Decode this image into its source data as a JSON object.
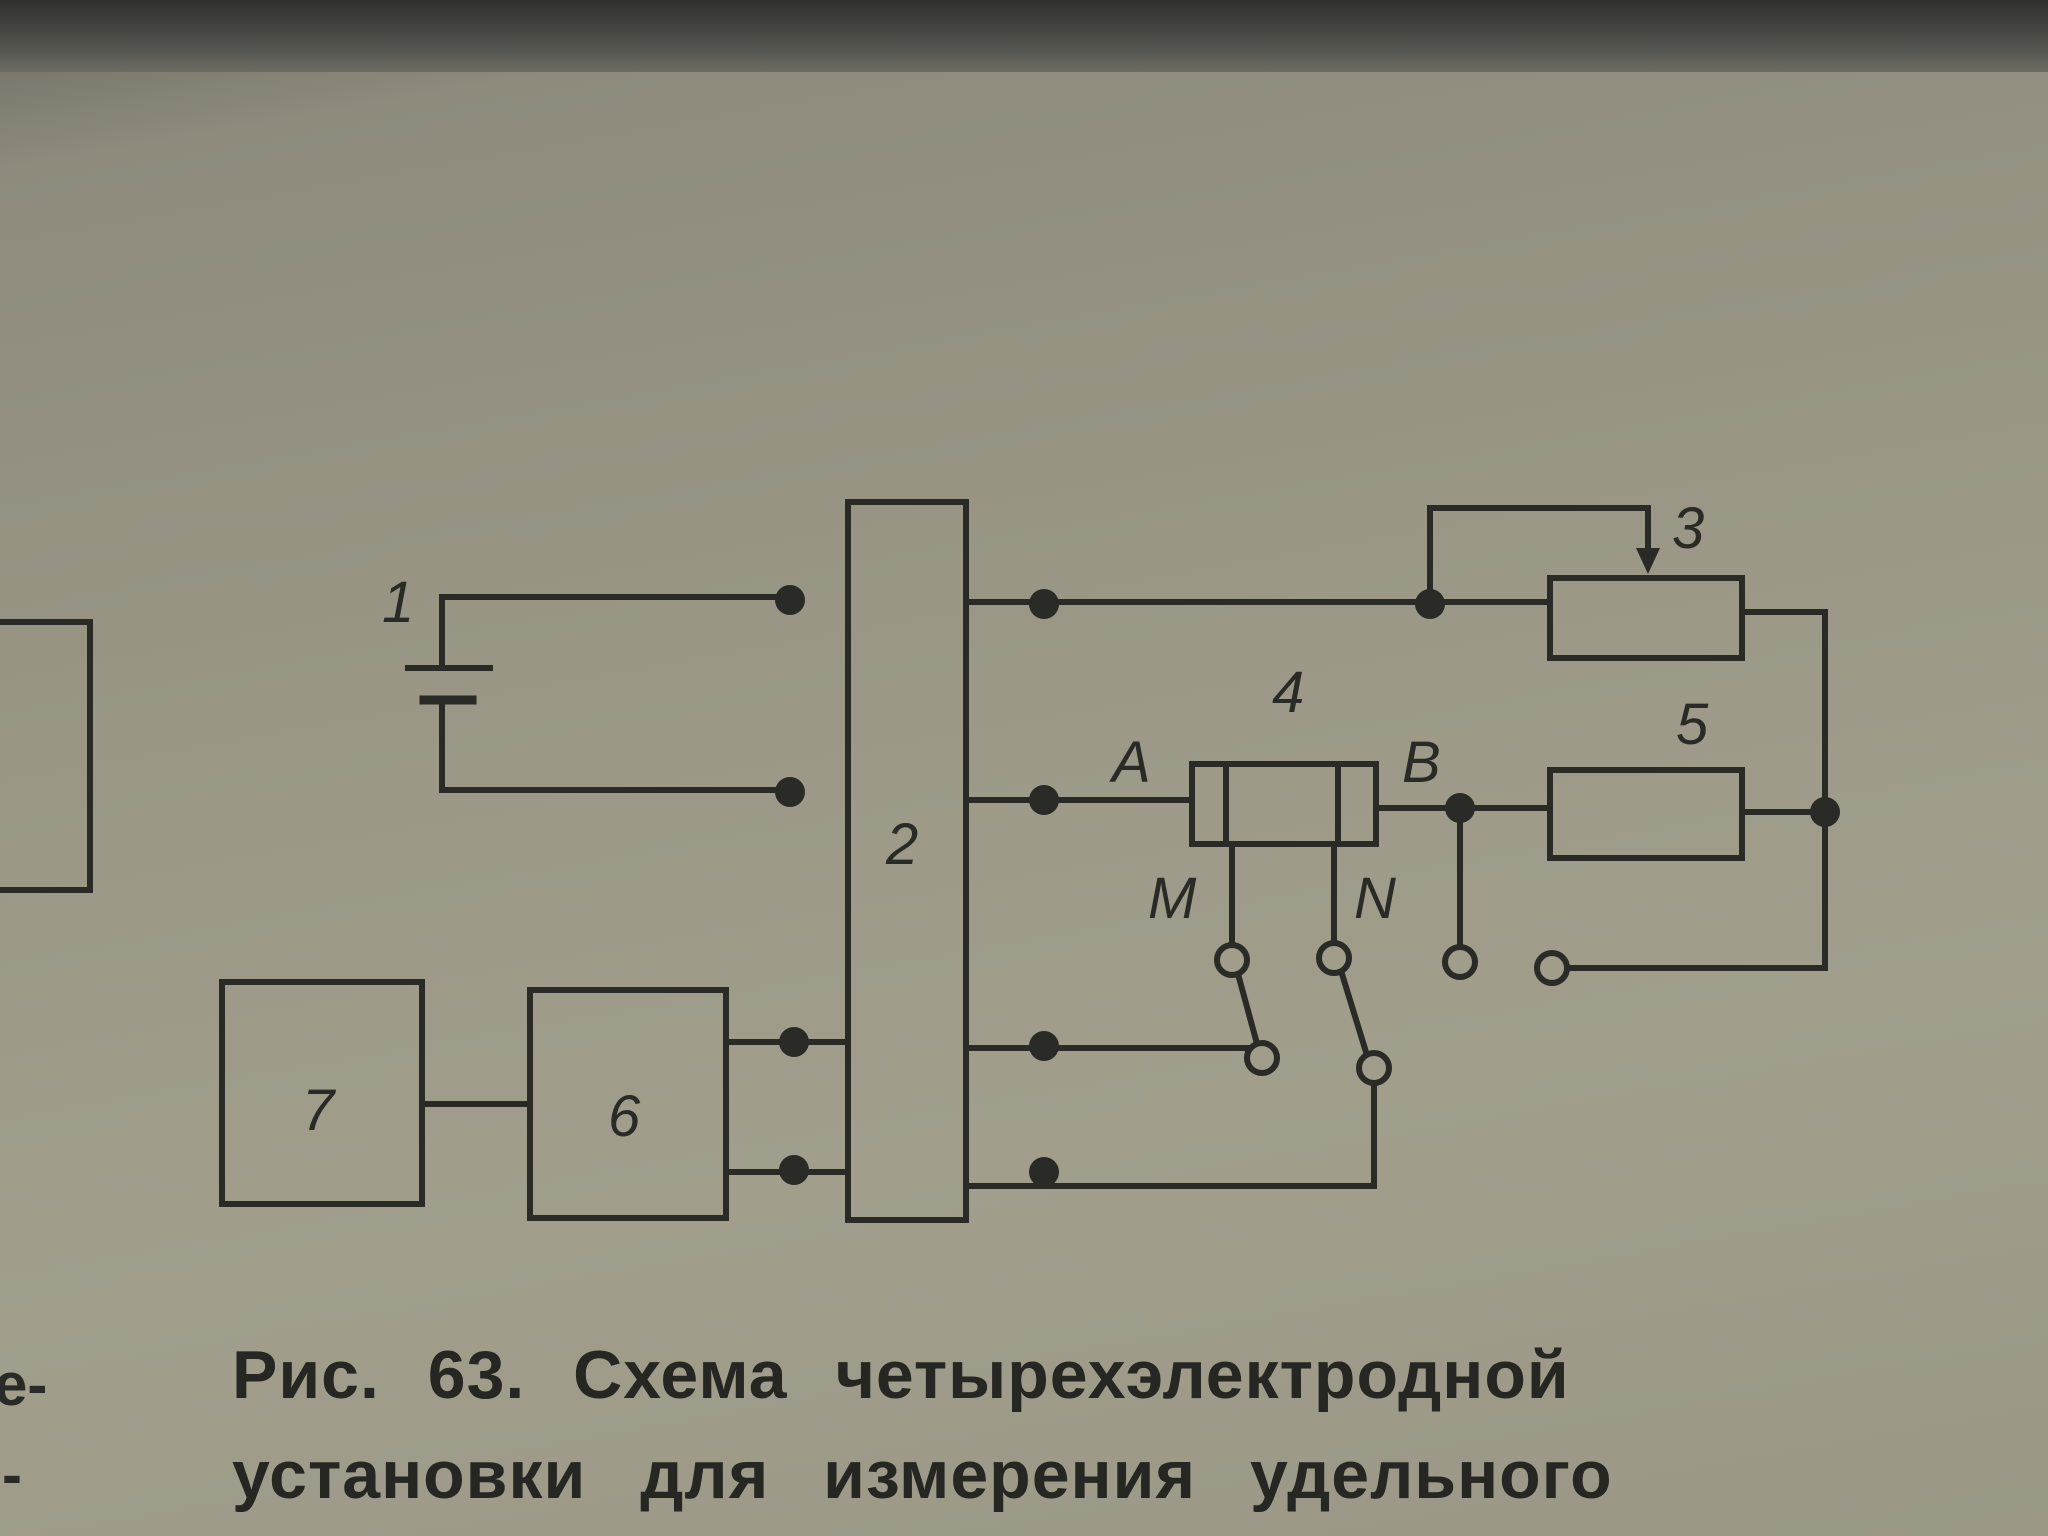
{
  "figure": {
    "caption_line1": "Рис. 63. Схема четырехэлектродной",
    "caption_line2": "установки для измерения удельного",
    "labels": {
      "battery": "1",
      "switch_block": "2",
      "rheostat": "3",
      "sample": "4",
      "resistor": "5",
      "block6": "6",
      "block7": "7",
      "electrode_a": "A",
      "electrode_b": "B",
      "probe_m": "M",
      "probe_n": "N"
    },
    "left_margin_fragments": [
      "е-",
      "-"
    ]
  },
  "colors": {
    "ink": "#2a2a26",
    "paper": "#9c9988"
  }
}
